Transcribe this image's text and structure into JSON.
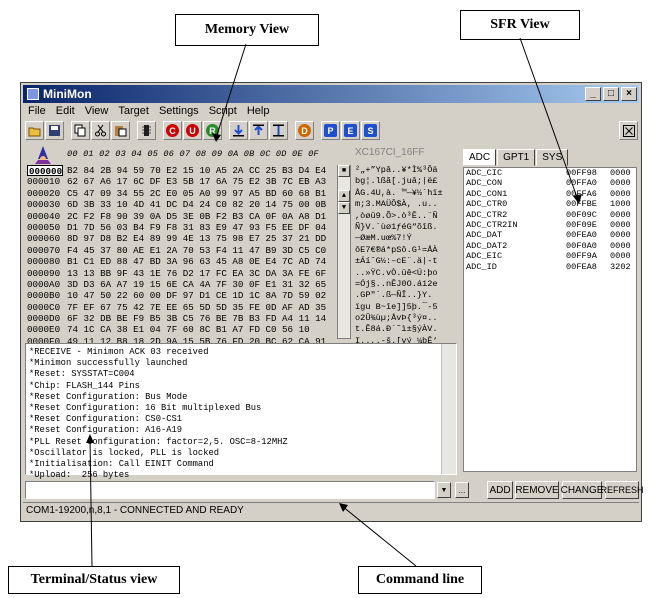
{
  "annotations": {
    "memory_view": "Memory View",
    "sfr_view": "SFR View",
    "terminal_view": "Terminal/Status view",
    "command_line": "Command line"
  },
  "window": {
    "title": "MiniMon",
    "title_color": "#0a246a",
    "controls": [
      "_",
      "□",
      "×"
    ]
  },
  "menu": [
    "File",
    "Edit",
    "View",
    "Target",
    "Settings",
    "Script",
    "Help"
  ],
  "toolbar": [
    {
      "icon": "open-folder-icon"
    },
    {
      "icon": "save-disk-icon"
    },
    {
      "icon": "copy-icon"
    },
    {
      "icon": "cut-icon"
    },
    {
      "icon": "paste-icon"
    },
    {
      "icon": "chip-icon"
    },
    {
      "icon": "c-icon",
      "label": "C",
      "color": "#cc0000"
    },
    {
      "icon": "u-icon",
      "label": "U",
      "color": "#cc0000"
    },
    {
      "icon": "r-icon",
      "label": "R",
      "color": "#2a8a2a"
    },
    {
      "icon": "download-icon"
    },
    {
      "icon": "upload-icon"
    },
    {
      "icon": "reset-icon"
    },
    {
      "icon": "d-icon",
      "label": "D",
      "color": "#cc6600"
    },
    {
      "icon": "p-icon",
      "label": "P",
      "color": "#1f4fcc"
    },
    {
      "icon": "e-icon",
      "label": "E",
      "color": "#1f4fcc"
    },
    {
      "icon": "s-icon",
      "label": "S",
      "color": "#1f4fcc"
    }
  ],
  "memory": {
    "columns_header": "00 01 02 03 04 05 06 07 08 09 0A 0B 0C 0D 0E 0F",
    "rows": [
      {
        "addr": "000000",
        "hex": "B2 84 2B 94 59 70 E2 15 10 A5 2A CC 25 B3 D4 E4"
      },
      {
        "addr": "000010",
        "hex": "62 67 A6 17 6C DF E3 5B 17 6A 75 E2 3B 7C EB A3"
      },
      {
        "addr": "000020",
        "hex": "C5 47 09 34 55 2C E0 05 A0 99 97 A5 BD 60 68 B1"
      },
      {
        "addr": "000030",
        "hex": "6D 3B 33 10 4D 41 DC D4 24 C0 82 20 14 75 00 0B"
      },
      {
        "addr": "000040",
        "hex": "2C F2 F8 90 39 0A D5 3E 0B F2 B3 CA 0F 0A A8 D1"
      },
      {
        "addr": "000050",
        "hex": "D1 7D 56 03 B4 F9 F8 31 83 E9 47 93 F5 EE DF 04"
      },
      {
        "addr": "000060",
        "hex": "8D 97 D8 B2 E4 89 99 4E 13 75 98 E7 25 37 21 DD"
      },
      {
        "addr": "000070",
        "hex": "F4 45 37 80 AE E1 2A 70 53 F4 11 47 B9 3D C5 C0"
      },
      {
        "addr": "000080",
        "hex": "B1 C1 ED 88 47 BD 3A 96 63 45 A8 0E E4 7C AD 74"
      },
      {
        "addr": "000090",
        "hex": "13 13 BB 9F 43 1E 76 D2 17 FC EA 3C DA 3A FE 6F"
      },
      {
        "addr": "0000A0",
        "hex": "3D D3 6A A7 19 15 6E CA 4A 7F 30 0F E1 31 32 65"
      },
      {
        "addr": "0000B0",
        "hex": "10 47 50 22 60 00 DF 97 D1 CE 1D 1C 8A 7D 59 02"
      },
      {
        "addr": "0000C0",
        "hex": "7F EF 67 75 42 7E EE 65 5D 5D 35 FE 0D AF AD 35"
      },
      {
        "addr": "0000D0",
        "hex": "6F 32 DB BE F9 B5 3B C5 76 BE 7B B3 FD A4 11 14"
      },
      {
        "addr": "0000E0",
        "hex": "74 1C CA 38 E1 04 7F 60 8C B1 A7 FD C0 56 10"
      },
      {
        "addr": "0000F0",
        "hex": "49 11 12 B8 18 2D 9A 15 5B 76 FD 20 BC 62 CA 91"
      }
    ]
  },
  "ascii": {
    "title": "XC167CI_16FF",
    "rows": [
      "²„+”Ypâ..¥*Ì%³Ôä",
      "bg¦.lßã[.juâ;|ë£",
      "ÅG.4U,à. ™—¥½`hï±",
      "m;3.MAÜÔ$À, .u..",
      ",òøû9.Õ>.ò³Ê..¨Ñ",
      "Ñ}V.´ùø1ƒéG“õîß.",
      "—ØæM.uœ%7!Ý",
      "ôE7€®á*pSô.G¹=ÅÀ",
      "±ÁíˆG½:–cE¨.ä|-t",
      "..»ŸC.vÒ.üê<Ú:þo",
      "=Ój§..nÊJ0O.á12e",
      ".GP\"`.ß—ÑÎ..}Y.",
      "ïgu B~îe]]5þ.¯-5",
      "o2Û¾ùµ;ÅvÞ{³ý¤..",
      "t.Ê8á.Ð`˜ì±§ýÀV.",
      "I..,.-š.[vý ¼bÊ‘"
    ]
  },
  "terminal": {
    "lines": [
      "*RECEIVE - Minimon ACK 03 received",
      "*Minimon successfully launched",
      "*Reset: SYSSTAT=C004",
      "*Chip: FLASH_144 Pins",
      "*Reset Configuration: Bus Mode",
      "*Reset Configuration: 16 Bit multiplexed Bus",
      "*Reset Configuration: CS0-CS1",
      "*Reset Configuration: A16-A19",
      "*PLL Reset Configuration: factor=2,5. OSC=8-12MHZ",
      "*Oscillator is locked, PLL is locked",
      "*Initialisation: Call EINIT Command",
      "*Upload:  256 bytes"
    ]
  },
  "sfr": {
    "tabs": [
      "ADC",
      "GPT1",
      "SYS"
    ],
    "active_tab": "ADC",
    "rows": [
      {
        "name": "ADC_CIC",
        "addr": "00FF98",
        "val": "0000"
      },
      {
        "name": "ADC_CON",
        "addr": "00FFA0",
        "val": "0000"
      },
      {
        "name": "ADC_CON1",
        "addr": "00FFA6",
        "val": "0000"
      },
      {
        "name": "ADC_CTR0",
        "addr": "00FFBE",
        "val": "1000"
      },
      {
        "name": "ADC_CTR2",
        "addr": "00F09C",
        "val": "0000"
      },
      {
        "name": "ADC_CTR2IN",
        "addr": "00F09E",
        "val": "0000"
      },
      {
        "name": "ADC_DAT",
        "addr": "00FEA0",
        "val": "0000"
      },
      {
        "name": "ADC_DAT2",
        "addr": "00F0A0",
        "val": "0000"
      },
      {
        "name": "ADC_EIC",
        "addr": "00FF9A",
        "val": "0000"
      },
      {
        "name": "ADC_ID",
        "addr": "00FEA8",
        "val": "3202"
      }
    ]
  },
  "command": {
    "value": "",
    "buttons": [
      "ADD",
      "REMOVE",
      "CHANGE",
      "REFRESH"
    ],
    "extra": "..."
  },
  "status": "COM1-19200,n,8,1 - CONNECTED AND READY"
}
